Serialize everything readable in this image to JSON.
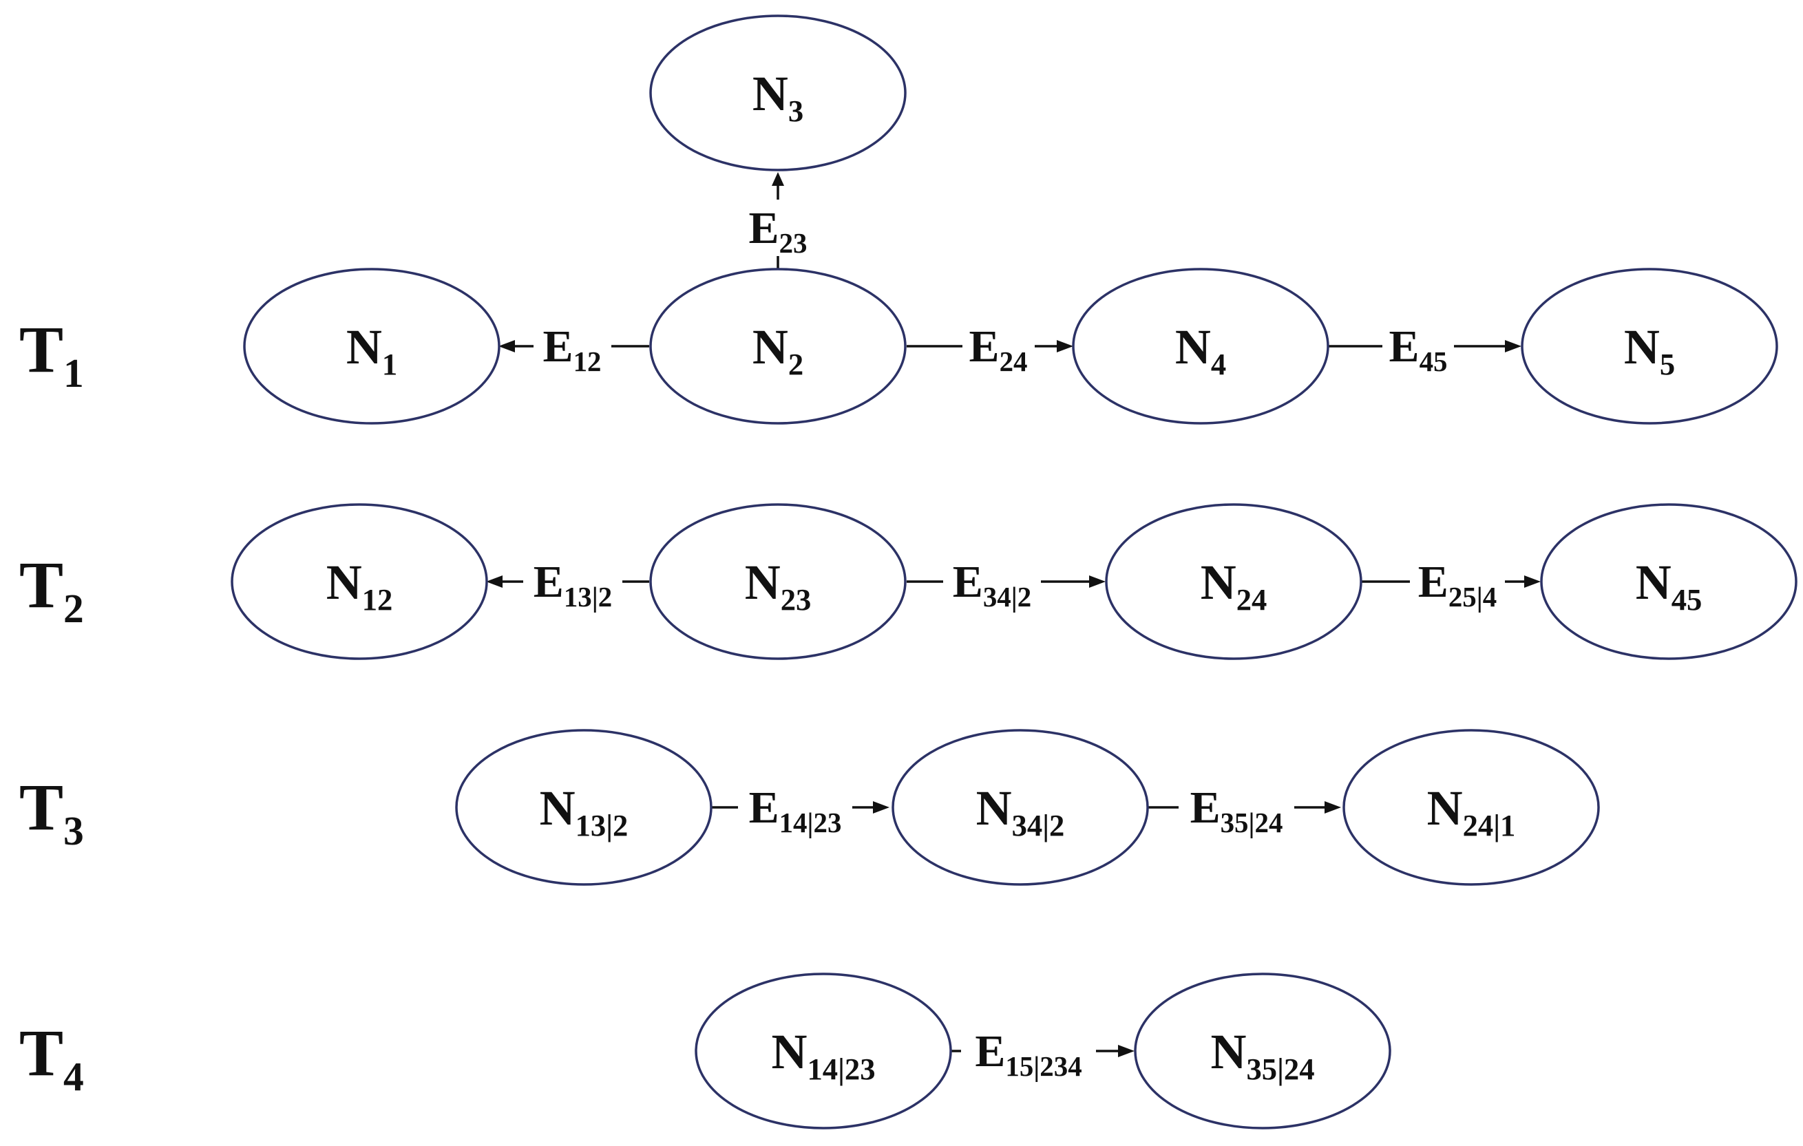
{
  "colors": {
    "node_stroke": "#2c3266",
    "line": "#111111",
    "text": "#111111"
  },
  "row_labels": [
    {
      "main": "T",
      "sub": "1"
    },
    {
      "main": "T",
      "sub": "2"
    },
    {
      "main": "T",
      "sub": "3"
    },
    {
      "main": "T",
      "sub": "4"
    }
  ],
  "nodes": {
    "N3": {
      "main": "N",
      "sub": "3"
    },
    "N1": {
      "main": "N",
      "sub": "1"
    },
    "N2": {
      "main": "N",
      "sub": "2"
    },
    "N4": {
      "main": "N",
      "sub": "4"
    },
    "N5": {
      "main": "N",
      "sub": "5"
    },
    "N12": {
      "main": "N",
      "sub": "12"
    },
    "N23": {
      "main": "N",
      "sub": "23"
    },
    "N24": {
      "main": "N",
      "sub": "24"
    },
    "N45": {
      "main": "N",
      "sub": "45"
    },
    "N13_2": {
      "main": "N",
      "sub": "13|2"
    },
    "N34_2": {
      "main": "N",
      "sub": "34|2"
    },
    "N24_1": {
      "main": "N",
      "sub": "24|1"
    },
    "N14_23": {
      "main": "N",
      "sub": "14|23"
    },
    "N35_24": {
      "main": "N",
      "sub": "35|24"
    }
  },
  "edges": [
    {
      "id": "E23",
      "from": "N2",
      "to": "N3",
      "main": "E",
      "sub": "23"
    },
    {
      "id": "E12",
      "from": "N2",
      "to": "N1",
      "main": "E",
      "sub": "12"
    },
    {
      "id": "E24",
      "from": "N2",
      "to": "N4",
      "main": "E",
      "sub": "24"
    },
    {
      "id": "E45",
      "from": "N4",
      "to": "N5",
      "main": "E",
      "sub": "45"
    },
    {
      "id": "E13_2",
      "from": "N23",
      "to": "N12",
      "main": "E",
      "sub": "13|2"
    },
    {
      "id": "E34_2",
      "from": "N23",
      "to": "N24",
      "main": "E",
      "sub": "34|2"
    },
    {
      "id": "E25_4",
      "from": "N24",
      "to": "N45",
      "main": "E",
      "sub": "25|4"
    },
    {
      "id": "E14_23",
      "from": "N13_2",
      "to": "N34_2",
      "main": "E",
      "sub": "14|23"
    },
    {
      "id": "E35_24",
      "from": "N34_2",
      "to": "N24_1",
      "main": "E",
      "sub": "35|24"
    },
    {
      "id": "E15_234",
      "from": "N14_23",
      "to": "N35_24",
      "main": "E",
      "sub": "15|234"
    }
  ]
}
